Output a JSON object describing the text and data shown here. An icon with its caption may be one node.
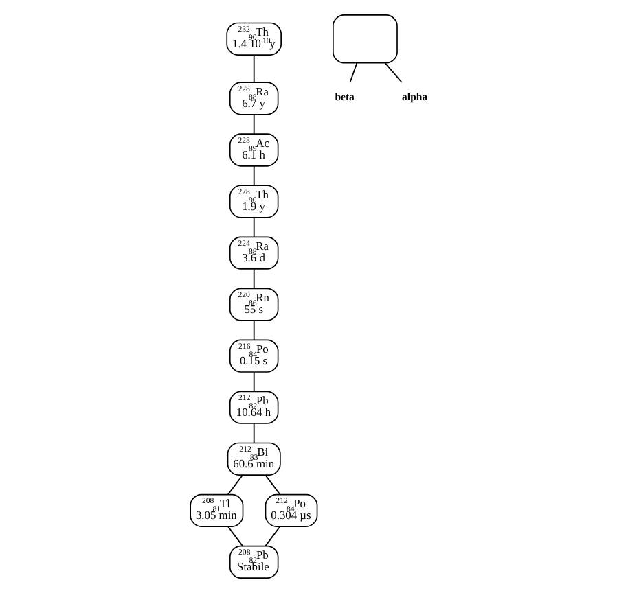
{
  "diagram": {
    "nodes": [
      {
        "text": [
          "$^{232}$$_{90}$Th",
          "1.4 10$^{10}$y"
        ]
      },
      {
        "text": [
          "$^{228}$$_{88}$Ra",
          "6.7 y"
        ]
      },
      {
        "text": [
          "$^{228}$$_{89}$Ac",
          "6.1 h"
        ]
      },
      {
        "text": [
          "$^{228}$$_{90}$Th",
          "1.9 y"
        ]
      },
      {
        "text": [
          "$^{224}$$_{88}$Ra",
          "3.6 d"
        ]
      },
      {
        "text": [
          "$^{220}$$_{86}$Rn",
          "55 s"
        ]
      },
      {
        "text": [
          "$^{216}$$_{84}$Po",
          "0.15 s"
        ]
      },
      {
        "text": [
          "$^{212}$$_{82}$Pb",
          "10.64 h"
        ]
      },
      {
        "text": [
          "$^{212}$$_{83}$Bi",
          "60.6 min"
        ]
      },
      {
        "text": [
          "$^{208}$$_{81}$Tl",
          "3.05 min"
        ]
      },
      {
        "text": [
          "$^{212}$$_{84}$Po",
          "0.304 µs"
        ]
      },
      {
        "text": [
          "$^{208}$$_{82}$Pb",
          "Stabile"
        ]
      },
      {
        "text": [],
        "shape": "box"
      },
      {
        "text": [
          "beta"
        ]
      },
      {
        "text": [
          "alpha"
        ]
      }
    ],
    "edges": [
      {
        "from": 0,
        "to": 1,
        "arrow": "none"
      },
      {
        "from": 1,
        "to": 2,
        "arrow": "none"
      },
      {
        "from": 2,
        "to": 3,
        "arrow": "none"
      },
      {
        "from": 3,
        "to": 4,
        "arrow": "none"
      },
      {
        "from": 4,
        "to": 5,
        "arrow": "none"
      },
      {
        "from": 5,
        "to": 6,
        "arrow": "none"
      },
      {
        "from": 6,
        "to": 7,
        "arrow": "none"
      },
      {
        "from": 7,
        "to": 8,
        "arrow": "none"
      },
      {
        "from": 8,
        "to": 10,
        "arrow": "none"
      },
      {
        "from": 8,
        "to": 9,
        "arrow": "none"
      },
      {
        "from": 10,
        "to": 11,
        "arrow": "none"
      },
      {
        "from": 9,
        "to": 11,
        "arrow": "none"
      },
      {
        "from": 12,
        "to": 13,
        "arrow": "none"
      },
      {
        "from": 12,
        "to": 14,
        "arrow": "none"
      }
    ]
  }
}
